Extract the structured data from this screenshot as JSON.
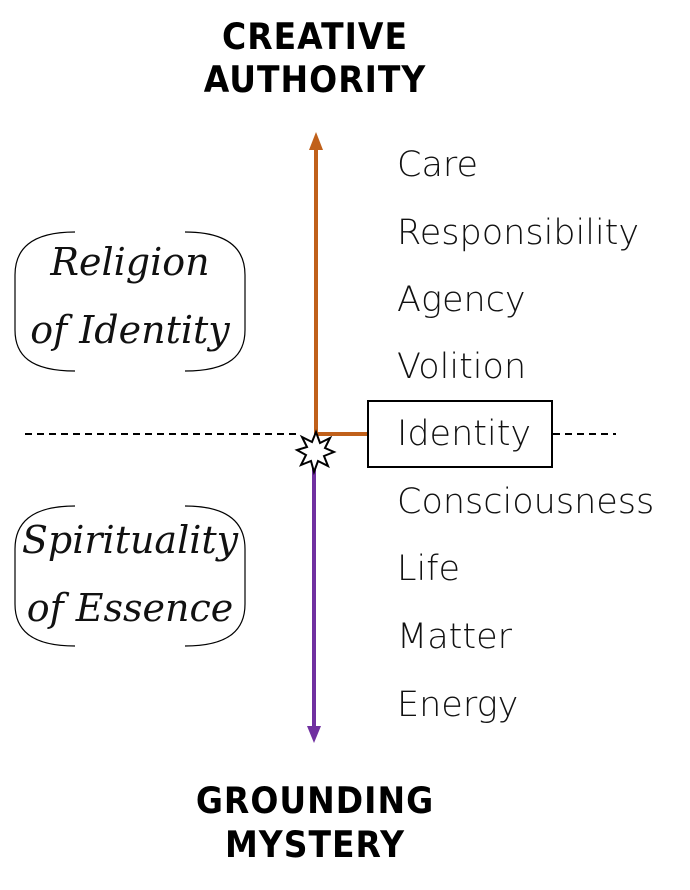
{
  "top_title": [
    "CREATIVE",
    "AUTHORITY"
  ],
  "bottom_title": [
    "GROUNDING",
    "MYSTERY"
  ],
  "upper_label": [
    "Religion",
    "of Identity"
  ],
  "lower_label": [
    "Spirituality",
    "of Essence"
  ],
  "levels": [
    "Care",
    "Responsibility",
    "Agency",
    "Volition",
    "Identity",
    "Consciousness",
    "Life",
    "Matter",
    "Energy"
  ],
  "highlighted_level": "Identity",
  "colors": {
    "up_arrow": "#c0601a",
    "down_arrow": "#7030a0"
  }
}
